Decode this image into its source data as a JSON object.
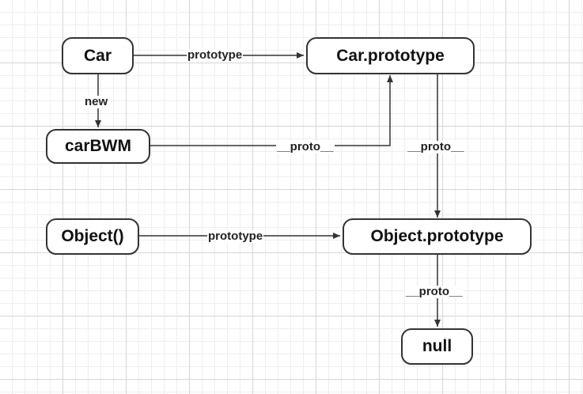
{
  "nodes": {
    "car": "Car",
    "car_prototype": "Car.prototype",
    "car_bwm": "carBWM",
    "object_ctor": "Object()",
    "object_prototype": "Object.prototype",
    "null_node": "null"
  },
  "edges": {
    "car_to_prototype": "prototype",
    "car_new": "new",
    "carbwm_proto": "__proto__",
    "car_prototype_proto": "__proto__",
    "object_to_prototype": "prototype",
    "object_prototype_proto": "__proto__"
  }
}
